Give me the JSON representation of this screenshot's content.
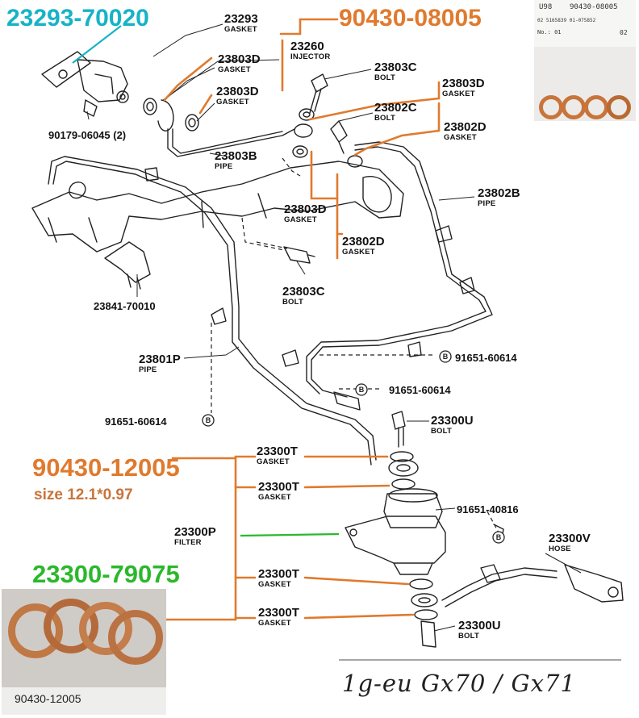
{
  "colors": {
    "orange": "#e07a2e",
    "cyan": "#16b3c7",
    "green": "#2bb82b",
    "copper": "#c8743b"
  },
  "headlines": {
    "top_left": "23293-70020",
    "top_right": "90430-08005",
    "mid_left": "90430-12005",
    "mid_left_size": "size 12.1*0.97",
    "bottom_left": "23300-79075"
  },
  "caption": "1g-eu Gx70 / Gx71",
  "photo_top": {
    "code_left": "U98",
    "code_right": "90430-08005",
    "line2": "02 5165839 01-075852",
    "line3_left": "No.: 01",
    "line3_right": "02"
  },
  "photo_bottom": {
    "label": "90430-12005"
  },
  "parts": {
    "p23293": {
      "num": "23293",
      "desc": "GASKET"
    },
    "p23260": {
      "num": "23260",
      "desc": "INJECTOR"
    },
    "p23803d_1": {
      "num": "23803D",
      "desc": "GASKET"
    },
    "p23803d_2": {
      "num": "23803D",
      "desc": "GASKET"
    },
    "p23803c_top": {
      "num": "23803C",
      "desc": "BOLT"
    },
    "p23803d_3": {
      "num": "23803D",
      "desc": "GASKET"
    },
    "p23802c": {
      "num": "23802C",
      "desc": "BOLT"
    },
    "p23802d_1": {
      "num": "23802D",
      "desc": "GASKET"
    },
    "p90179": {
      "num": "90179-06045 (2)"
    },
    "p23803b": {
      "num": "23803B",
      "desc": "PIPE"
    },
    "p23802b": {
      "num": "23802B",
      "desc": "PIPE"
    },
    "p23803d_4": {
      "num": "23803D",
      "desc": "GASKET"
    },
    "p23802d_2": {
      "num": "23802D",
      "desc": "GASKET"
    },
    "p23841": {
      "num": "23841-70010"
    },
    "p23803c_mid": {
      "num": "23803C",
      "desc": "BOLT"
    },
    "p23801p": {
      "num": "23801P",
      "desc": "PIPE"
    },
    "p91651_a": {
      "num": "91651-60614"
    },
    "p91651_b": {
      "num": "91651-60614"
    },
    "p91651_c": {
      "num": "91651-60614"
    },
    "p23300u_top": {
      "num": "23300U",
      "desc": "BOLT"
    },
    "p23300t_1": {
      "num": "23300T",
      "desc": "GASKET"
    },
    "p23300t_2": {
      "num": "23300T",
      "desc": "GASKET"
    },
    "p91651_d": {
      "num": "91651-40816"
    },
    "p23300p": {
      "num": "23300P",
      "desc": "FILTER"
    },
    "p23300v": {
      "num": "23300V",
      "desc": "HOSE"
    },
    "p23300t_3": {
      "num": "23300T",
      "desc": "GASKET"
    },
    "p23300t_4": {
      "num": "23300T",
      "desc": "GASKET"
    },
    "p23300u_bot": {
      "num": "23300U",
      "desc": "BOLT"
    }
  }
}
